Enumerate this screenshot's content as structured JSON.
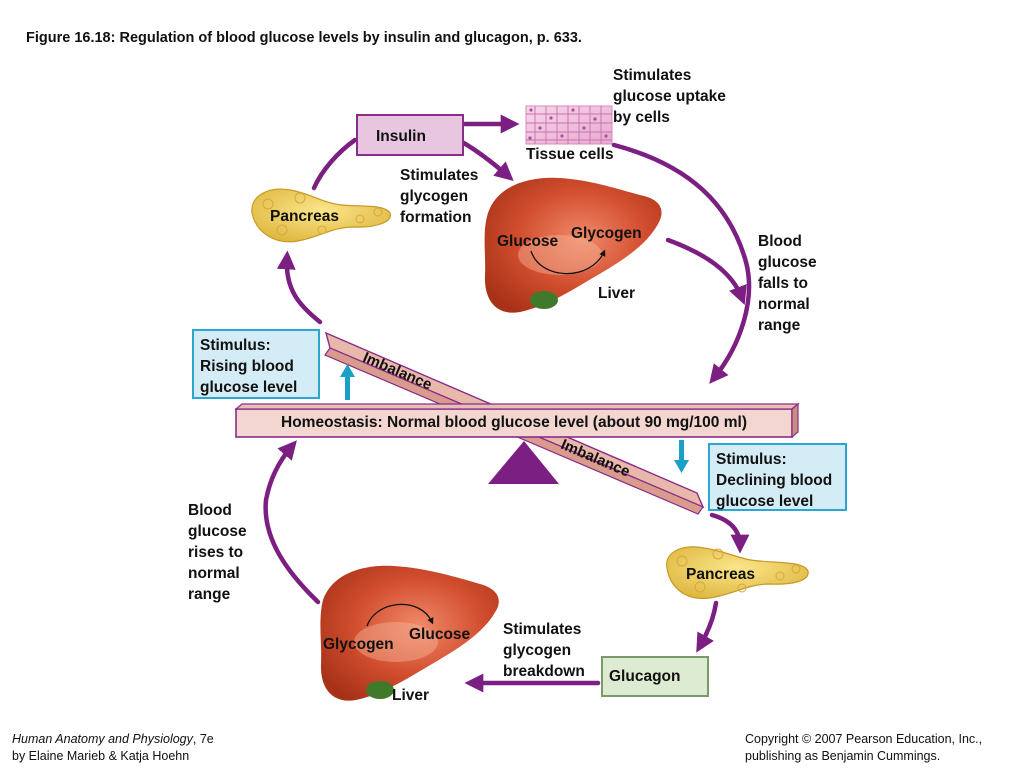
{
  "title": "Figure 16.18:  Regulation of blood glucose levels by insulin and glucagon, p. 633.",
  "top_cycle": {
    "insulin": "Insulin",
    "stimulates_uptake": [
      "Stimulates",
      "glucose uptake",
      "by cells"
    ],
    "tissue_cells": "Tissue cells",
    "stimulates_formation": [
      "Stimulates",
      "glycogen",
      "formation"
    ],
    "pancreas": "Pancreas",
    "liver_glucose": "Glucose",
    "liver_glycogen": "Glycogen",
    "liver": "Liver",
    "falls": [
      "Blood",
      "glucose",
      "falls to",
      "normal",
      "range"
    ],
    "stimulus": [
      "Stimulus:",
      "Rising blood",
      "glucose level"
    ]
  },
  "balance": {
    "homeostasis": "Homeostasis: Normal blood glucose level (about 90 mg/100 ml)",
    "imbalance_top": "Imbalance",
    "imbalance_bottom": "Imbalance"
  },
  "bottom_cycle": {
    "stimulus": [
      "Stimulus:",
      "Declining blood",
      "glucose level"
    ],
    "pancreas": "Pancreas",
    "glucagon": "Glucagon",
    "stimulates_breakdown": [
      "Stimulates",
      "glycogen",
      "breakdown"
    ],
    "liver_glycogen": "Glycogen",
    "liver_glucose": "Glucose",
    "liver": "Liver",
    "rises": [
      "Blood",
      "glucose",
      "rises to",
      "normal",
      "range"
    ]
  },
  "footer": {
    "book_title": "Human Anatomy and Physiology",
    "edition": ", 7e",
    "authors": "by Elaine Marieb & Katja Hoehn",
    "copyright": "Copyright © 2007 Pearson Education, Inc.,",
    "publisher": "publishing as Benjamin Cummings."
  },
  "colors": {
    "arrow_purple": "#7b1f82",
    "stimulus_arrow": "#1a9fc7",
    "liver": "#c8442a",
    "pancreas": "#f0cf55",
    "beam": "#f2d6cf"
  }
}
